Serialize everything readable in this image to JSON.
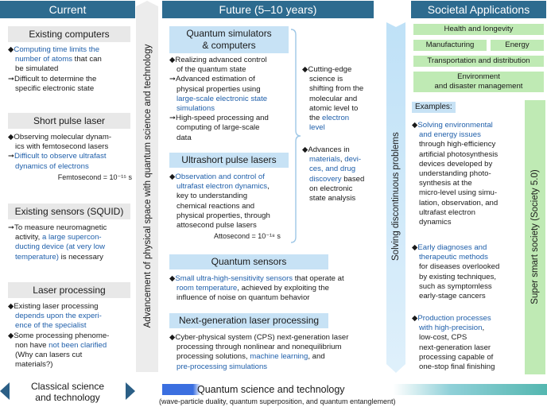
{
  "header": {
    "current": "Current",
    "future": "Future (5–10 years)",
    "societal": "Societal Applications"
  },
  "current": {
    "existing_computers": {
      "title": "Existing computers",
      "lines": [
        {
          "b": "◆",
          "hl": "Computing time limits the",
          "t": ""
        },
        {
          "b": "",
          "hl": "number of atoms",
          "t": " that can"
        },
        {
          "b": "",
          "hl": "",
          "t": "be simulated"
        },
        {
          "b": "➞",
          "hl": "",
          "t": "Difficult to determine the"
        },
        {
          "b": "",
          "hl": "",
          "t": "specific electronic state"
        }
      ]
    },
    "short_pulse_laser": {
      "title": "Short pulse laser",
      "lines": [
        {
          "b": "◆",
          "hl": "",
          "t": "Observing molecular dynam-"
        },
        {
          "b": "",
          "hl": "",
          "t": "ics with femtosecond lasers"
        },
        {
          "b": "➞",
          "hl": "Difficult to observe ultrafast",
          "t": ""
        },
        {
          "b": "",
          "hl": "dynamics of electrons",
          "t": ""
        }
      ],
      "note": "Femtosecond = 10⁻¹⁵ s"
    },
    "existing_sensors": {
      "title": "Existing sensors (SQUID)",
      "lines": [
        {
          "b": "➞",
          "hl": "",
          "t": "To measure neuromagnetic"
        },
        {
          "b": "",
          "hl": "",
          "t": "activity, "
        },
        {
          "b": "",
          "hl": "ducting device (at very low",
          "t": ""
        },
        {
          "b": "",
          "hl": "temperature)",
          "t": " is necessary"
        }
      ],
      "line2_hl": "a large supercon-",
      "line2_pre": "activity, "
    },
    "laser_processing": {
      "title": "Laser processing",
      "lines": [
        {
          "b": "◆",
          "hl": "",
          "t": "Existing laser processing"
        },
        {
          "b": "",
          "hl": "depends upon the experi-",
          "t": ""
        },
        {
          "b": "",
          "hl": "ence of the specialist",
          "t": ""
        },
        {
          "b": "◆",
          "hl": "",
          "t": "Some processing phenome-"
        },
        {
          "b": "",
          "hl": "",
          "t": "non have "
        },
        {
          "b": "",
          "hl": "",
          "t": "(Why can lasers cut"
        },
        {
          "b": "",
          "hl": "",
          "t": "materials?)"
        }
      ],
      "not_clarified": "not been clarified"
    }
  },
  "vertical": {
    "left_arrow": "Advancement of physical space with quantum science and technology",
    "middle_arrow": "Solving discontinuous problems",
    "right_bar": "Super smart society (Society 5.0)"
  },
  "future": {
    "quantum_simulators": {
      "title_line1": "Quantum simulators",
      "title_line2": "& computers",
      "lines": [
        {
          "b": "◆",
          "hl": "",
          "t": "Realizing advanced control"
        },
        {
          "b": "",
          "hl": "",
          "t": "of the quantum state"
        },
        {
          "b": "➞",
          "hl": "",
          "t": "Advanced estimation of"
        },
        {
          "b": "",
          "hl": "",
          "t": "physical properties using"
        },
        {
          "b": "",
          "hl": "large-scale electronic state",
          "t": ""
        },
        {
          "b": "",
          "hl": "simulations",
          "t": ""
        },
        {
          "b": "➞",
          "hl": "",
          "t": "High-speed processing and"
        },
        {
          "b": "",
          "hl": "",
          "t": "computing of large-scale"
        },
        {
          "b": "",
          "hl": "",
          "t": "data"
        }
      ]
    },
    "bracket_notes": {
      "note1": [
        {
          "b": "◆",
          "hl": "",
          "t": "Cutting-edge"
        },
        {
          "b": "",
          "hl": "",
          "t": "science is"
        },
        {
          "b": "",
          "hl": "",
          "t": "shifting from the"
        },
        {
          "b": "",
          "hl": "",
          "t": "molecular and"
        },
        {
          "b": "",
          "hl": "",
          "t": "atomic level to"
        },
        {
          "b": "",
          "hl": "",
          "t": "the "
        },
        {
          "b": "",
          "hl": "level",
          "t": ""
        }
      ],
      "electron_word": "electron",
      "note2": [
        {
          "b": "◆",
          "hl": "",
          "t": "Advances in"
        },
        {
          "b": "",
          "hl": "materials",
          "t": ", "
        },
        {
          "b": "",
          "hl": "ces, and drug",
          "t": ""
        },
        {
          "b": "",
          "hl": "discovery",
          "t": " based"
        },
        {
          "b": "",
          "hl": "",
          "t": "on electronic"
        },
        {
          "b": "",
          "hl": "",
          "t": "state analysis"
        }
      ],
      "devi_word": "devi-"
    },
    "ultrashort": {
      "title": "Ultrashort pulse lasers",
      "lines": [
        {
          "b": "◆",
          "hl": "Observation and control of",
          "t": ""
        },
        {
          "b": "",
          "hl": "ultrafast electron dynamics",
          "t": ","
        },
        {
          "b": "",
          "hl": "",
          "t": "key to understanding"
        },
        {
          "b": "",
          "hl": "",
          "t": "chemical reactions and"
        },
        {
          "b": "",
          "hl": "",
          "t": "physical properties, through"
        },
        {
          "b": "",
          "hl": "",
          "t": "attosecond pulse lasers"
        }
      ],
      "note": "Attosecond = 10⁻¹⁸ s"
    },
    "quantum_sensors": {
      "title": "Quantum sensors",
      "lines": [
        {
          "b": "◆",
          "hl": "Small ultra-high-sensitivity sensors",
          "t": " that operate at"
        },
        {
          "b": "",
          "hl": "room temperature",
          "t": ", achieved by exploiting the"
        },
        {
          "b": "",
          "hl": "",
          "t": "influence of noise on quantum behavior"
        }
      ]
    },
    "next_gen_laser": {
      "title": "Next-generation laser processing",
      "lines": [
        {
          "b": "◆",
          "hl": "",
          "t": "Cyber-physical system (CPS) next-generation laser"
        },
        {
          "b": "",
          "hl": "",
          "t": "processing through nonlinear and nonequilibrium"
        },
        {
          "b": "",
          "hl": "",
          "t": "processing solutions, "
        },
        {
          "b": "",
          "hl": "pre-processing simulations",
          "t": ""
        }
      ],
      "ml": "machine learning",
      "and": ", and"
    }
  },
  "societal": {
    "boxes": [
      "Health and longevity",
      "Manufacturing",
      "Energy",
      "Transportation and distribution",
      "Environment",
      "and disaster management"
    ],
    "examples_label": "Examples:",
    "ex1": [
      {
        "b": "◆",
        "hl": "Solving environmental",
        "t": ""
      },
      {
        "b": "",
        "hl": "and energy issues",
        "t": ""
      },
      {
        "b": "",
        "hl": "",
        "t": "through high-efficiency"
      },
      {
        "b": "",
        "hl": "",
        "t": "artificial photosynthesis"
      },
      {
        "b": "",
        "hl": "",
        "t": "devices developed by"
      },
      {
        "b": "",
        "hl": "",
        "t": "understanding photo-"
      },
      {
        "b": "",
        "hl": "",
        "t": "synthesis at the"
      },
      {
        "b": "",
        "hl": "",
        "t": "micro-level using simu-"
      },
      {
        "b": "",
        "hl": "",
        "t": "lation, observation, and"
      },
      {
        "b": "",
        "hl": "",
        "t": "ultrafast electron"
      },
      {
        "b": "",
        "hl": "",
        "t": "dynamics"
      }
    ],
    "ex2": [
      {
        "b": "◆",
        "hl": "Early diagnoses and",
        "t": ""
      },
      {
        "b": "",
        "hl": "therapeutic methods",
        "t": ""
      },
      {
        "b": "",
        "hl": "",
        "t": "for diseases overlooked"
      },
      {
        "b": "",
        "hl": "",
        "t": "by existing techniques,"
      },
      {
        "b": "",
        "hl": "",
        "t": "such as symptomless"
      },
      {
        "b": "",
        "hl": "",
        "t": "early-stage cancers"
      }
    ],
    "ex3": [
      {
        "b": "◆",
        "hl": "Production processes",
        "t": ""
      },
      {
        "b": "",
        "hl": "with high-precision",
        "t": ","
      },
      {
        "b": "",
        "hl": "",
        "t": "low-cost, CPS"
      },
      {
        "b": "",
        "hl": "",
        "t": "next-generation laser"
      },
      {
        "b": "",
        "hl": "",
        "t": "processing capable of"
      },
      {
        "b": "",
        "hl": "",
        "t": "one-stop final finishing"
      }
    ]
  },
  "footer": {
    "classical_line1": "Classical science",
    "classical_line2": "and technology",
    "quantum": "Quantum science and technology",
    "quantum_sub": "(wave-particle duality, quantum superposition, and quantum entanglement)"
  },
  "colors": {
    "header_blue": "#2d6b8f",
    "highlight_blue": "#1f5faa",
    "title_lightblue": "#c7e2f5",
    "gray": "#e8e8e8",
    "green": "#bfeab4",
    "footer_dark": "#2b5f86",
    "footer_blue": "#3b6fe0"
  }
}
